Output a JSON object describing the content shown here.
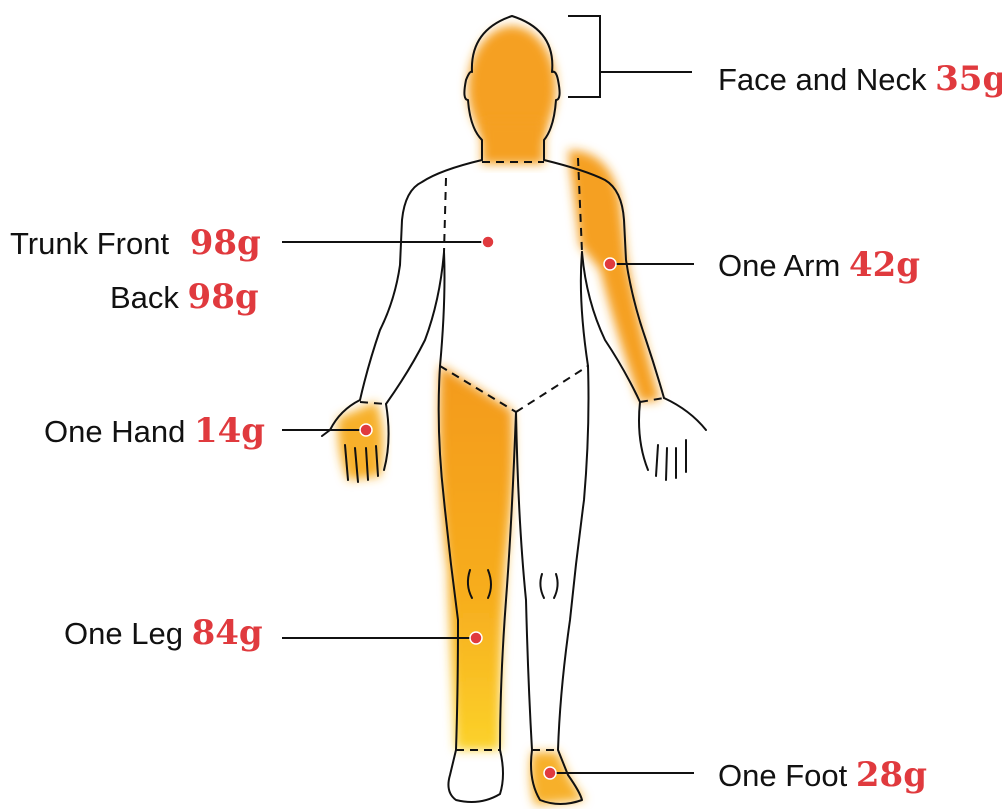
{
  "accent_color": "#e03a3e",
  "highlight_color": "#f5a623",
  "labels": {
    "face_neck": {
      "name": "Face and Neck",
      "value": "35g"
    },
    "trunk_front": {
      "name": "Trunk Front",
      "value": "98g"
    },
    "back": {
      "name": "Back",
      "value": "98g"
    },
    "one_arm": {
      "name": "One Arm",
      "value": "42g"
    },
    "one_hand": {
      "name": "One Hand",
      "value": "14g"
    },
    "one_leg": {
      "name": "One Leg",
      "value": "84g"
    },
    "one_foot": {
      "name": "One Foot",
      "value": "28g"
    }
  }
}
